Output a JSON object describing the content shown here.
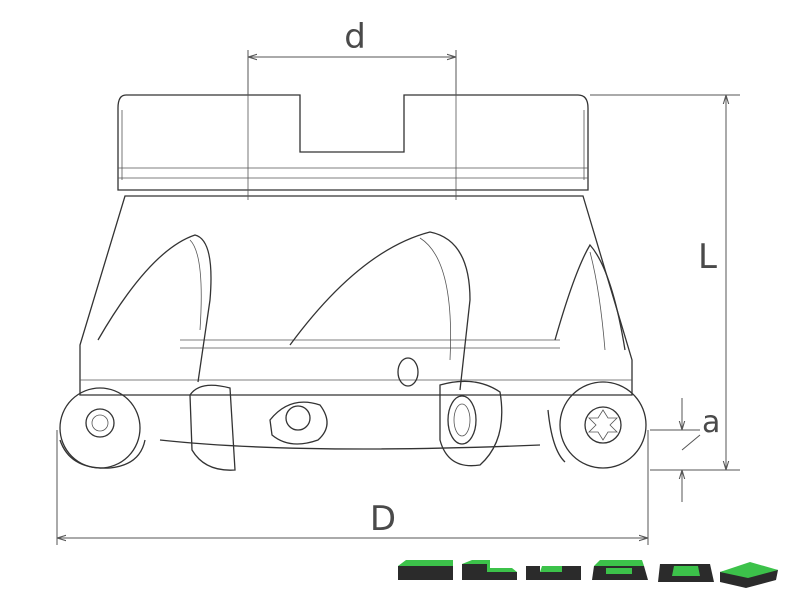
{
  "labels": {
    "d": "d",
    "L": "L",
    "a": "a",
    "D": "D"
  },
  "colors": {
    "outline": "#333333",
    "dimension": "#555555",
    "insert_black": "#2b2b2b",
    "insert_green": "#3cc24a"
  },
  "icons": [
    "insert-profile-1-icon",
    "insert-profile-2-icon",
    "insert-profile-3-icon",
    "insert-profile-4-icon",
    "insert-profile-5-icon",
    "insert-profile-6-icon"
  ]
}
